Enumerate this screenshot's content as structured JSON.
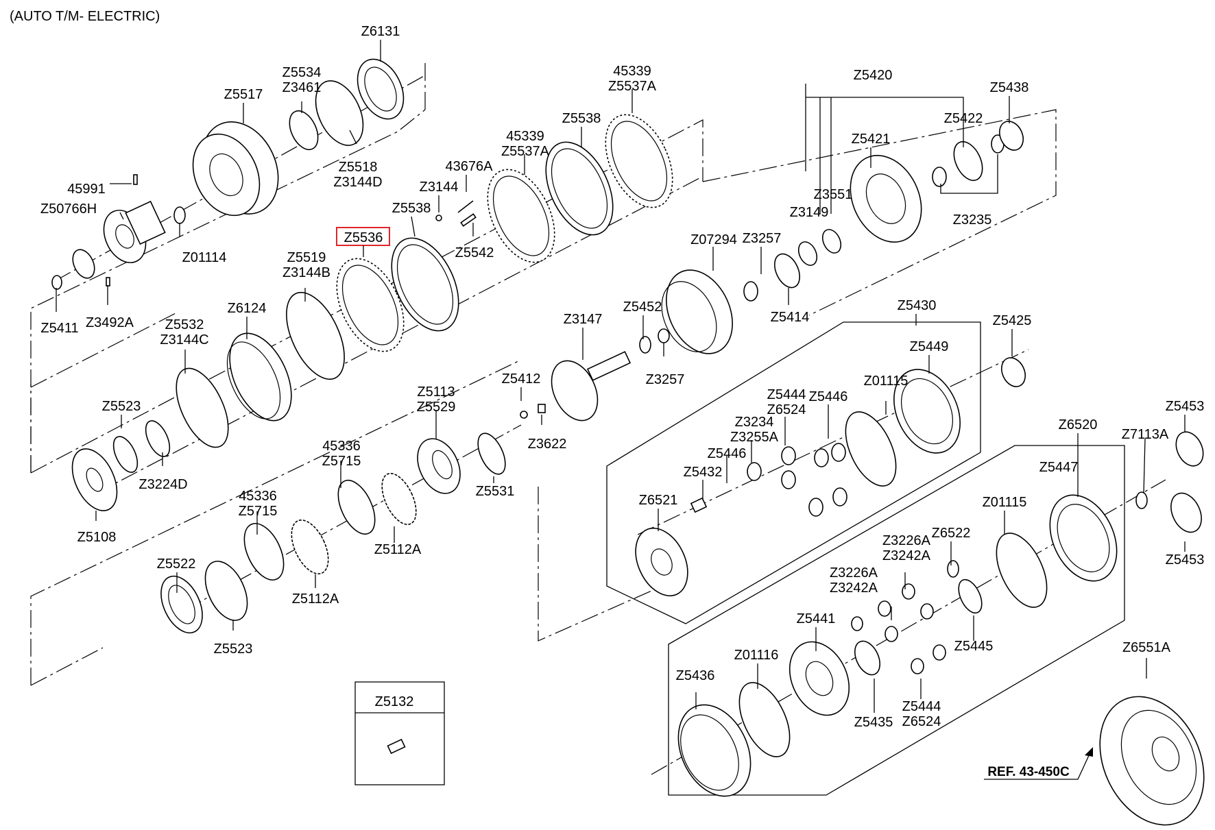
{
  "header": {
    "title": "(AUTO T/M- ELECTRIC)"
  },
  "highlighted_part": "Z5536",
  "reference": {
    "label": "REF. 43-450C"
  },
  "inset": {
    "label": "Z5132"
  },
  "callouts": [
    {
      "id": "c1",
      "lines": [
        "Z6131"
      ]
    },
    {
      "id": "c2",
      "lines": [
        "Z5517"
      ]
    },
    {
      "id": "c3",
      "lines": [
        "Z5534",
        "Z3461"
      ]
    },
    {
      "id": "c4",
      "lines": [
        "Z5518",
        "Z3144D"
      ]
    },
    {
      "id": "c5",
      "lines": [
        "45991"
      ]
    },
    {
      "id": "c6",
      "lines": [
        "Z50766H"
      ]
    },
    {
      "id": "c7",
      "lines": [
        "Z01114"
      ]
    },
    {
      "id": "c8",
      "lines": [
        "Z5411"
      ]
    },
    {
      "id": "c9",
      "lines": [
        "Z3492A"
      ]
    },
    {
      "id": "c10",
      "lines": [
        "45339",
        "Z5537A"
      ]
    },
    {
      "id": "c11",
      "lines": [
        "Z5538"
      ]
    },
    {
      "id": "c12",
      "lines": [
        "45339",
        "Z5537A"
      ]
    },
    {
      "id": "c13",
      "lines": [
        "43676A"
      ]
    },
    {
      "id": "c14",
      "lines": [
        "Z3144"
      ]
    },
    {
      "id": "c15",
      "lines": [
        "Z5538"
      ]
    },
    {
      "id": "c16",
      "lines": [
        "Z5542"
      ]
    },
    {
      "id": "c17",
      "lines": [
        "Z5536"
      ]
    },
    {
      "id": "c18",
      "lines": [
        "Z5519",
        "Z3144B"
      ]
    },
    {
      "id": "c19",
      "lines": [
        "Z6124"
      ]
    },
    {
      "id": "c20",
      "lines": [
        "Z5532",
        "Z3144C"
      ]
    },
    {
      "id": "c21",
      "lines": [
        "Z5523"
      ]
    },
    {
      "id": "c22",
      "lines": [
        "Z3224D"
      ]
    },
    {
      "id": "c23",
      "lines": [
        "Z5108"
      ]
    },
    {
      "id": "c24",
      "lines": [
        "Z5420"
      ]
    },
    {
      "id": "c25",
      "lines": [
        "Z5438"
      ]
    },
    {
      "id": "c26",
      "lines": [
        "Z5422"
      ]
    },
    {
      "id": "c27",
      "lines": [
        "Z5421"
      ]
    },
    {
      "id": "c28",
      "lines": [
        "Z3551"
      ]
    },
    {
      "id": "c29",
      "lines": [
        "Z3149"
      ]
    },
    {
      "id": "c30",
      "lines": [
        "Z3235"
      ]
    },
    {
      "id": "c31",
      "lines": [
        "Z07294"
      ]
    },
    {
      "id": "c32",
      "lines": [
        "Z3257"
      ]
    },
    {
      "id": "c33",
      "lines": [
        "Z5414"
      ]
    },
    {
      "id": "c34",
      "lines": [
        "Z3147"
      ]
    },
    {
      "id": "c35",
      "lines": [
        "Z5452"
      ]
    },
    {
      "id": "c36",
      "lines": [
        "Z3257"
      ]
    },
    {
      "id": "c37",
      "lines": [
        "Z5412"
      ]
    },
    {
      "id": "c38",
      "lines": [
        "Z3622"
      ]
    },
    {
      "id": "c39",
      "lines": [
        "Z5113",
        "Z5529"
      ]
    },
    {
      "id": "c40",
      "lines": [
        "Z5531"
      ]
    },
    {
      "id": "c41",
      "lines": [
        "45336",
        "Z5715"
      ]
    },
    {
      "id": "c42",
      "lines": [
        "Z5112A"
      ]
    },
    {
      "id": "c43",
      "lines": [
        "45336",
        "Z5715"
      ]
    },
    {
      "id": "c44",
      "lines": [
        "Z5112A"
      ]
    },
    {
      "id": "c45",
      "lines": [
        "Z5522"
      ]
    },
    {
      "id": "c46",
      "lines": [
        "Z5523"
      ]
    },
    {
      "id": "c47",
      "lines": [
        "Z5430"
      ]
    },
    {
      "id": "c48",
      "lines": [
        "Z5425"
      ]
    },
    {
      "id": "c49",
      "lines": [
        "Z5449"
      ]
    },
    {
      "id": "c50",
      "lines": [
        "Z01115"
      ]
    },
    {
      "id": "c51",
      "lines": [
        "Z5444",
        "Z6524"
      ]
    },
    {
      "id": "c52",
      "lines": [
        "Z5446"
      ]
    },
    {
      "id": "c53",
      "lines": [
        "Z3234",
        "Z3255A"
      ]
    },
    {
      "id": "c54",
      "lines": [
        "Z5446"
      ]
    },
    {
      "id": "c55",
      "lines": [
        "Z5432"
      ]
    },
    {
      "id": "c56",
      "lines": [
        "Z6521"
      ]
    },
    {
      "id": "c57",
      "lines": [
        "Z5453"
      ]
    },
    {
      "id": "c58",
      "lines": [
        "Z6520"
      ]
    },
    {
      "id": "c59",
      "lines": [
        "Z7113A"
      ]
    },
    {
      "id": "c60",
      "lines": [
        "Z5447"
      ]
    },
    {
      "id": "c61",
      "lines": [
        "Z01115"
      ]
    },
    {
      "id": "c62",
      "lines": [
        "Z5453"
      ]
    },
    {
      "id": "c63",
      "lines": [
        "Z3226A",
        "Z3242A"
      ]
    },
    {
      "id": "c64",
      "lines": [
        "Z6522"
      ]
    },
    {
      "id": "c65",
      "lines": [
        "Z3226A",
        "Z3242A"
      ]
    },
    {
      "id": "c66",
      "lines": [
        "Z5441"
      ]
    },
    {
      "id": "c67",
      "lines": [
        "Z5445"
      ]
    },
    {
      "id": "c68",
      "lines": [
        "Z01116"
      ]
    },
    {
      "id": "c69",
      "lines": [
        "Z5436"
      ]
    },
    {
      "id": "c70",
      "lines": [
        "Z5444",
        "Z6524"
      ]
    },
    {
      "id": "c71",
      "lines": [
        "Z5435"
      ]
    },
    {
      "id": "c72",
      "lines": [
        "Z6551A"
      ]
    }
  ]
}
